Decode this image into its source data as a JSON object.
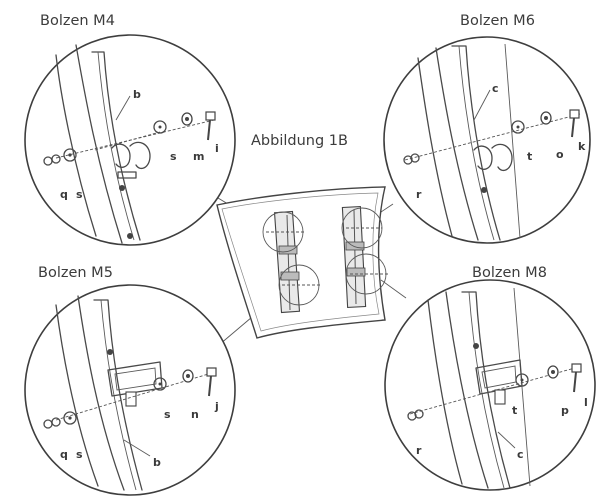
{
  "figure_title": "Abbildung 1B",
  "callouts": {
    "m4": {
      "title": "Bolzen M4",
      "bracket": "b",
      "spacer": "s",
      "washer": "m",
      "bolt": "i",
      "rear": [
        "q",
        "s"
      ]
    },
    "m6": {
      "title": "Bolzen M6",
      "bracket": "c",
      "spacer": "t",
      "washer": "o",
      "bolt": "k",
      "rear": [
        "r"
      ]
    },
    "m5": {
      "title": "Bolzen M5",
      "bracket": "b",
      "spacer": "s",
      "washer": "n",
      "bolt": "j",
      "rear": [
        "q",
        "s"
      ]
    },
    "m8": {
      "title": "Bolzen M8",
      "bracket": "c",
      "spacer": "t",
      "washer": "p",
      "bolt": "l",
      "rear": [
        "r"
      ]
    }
  }
}
